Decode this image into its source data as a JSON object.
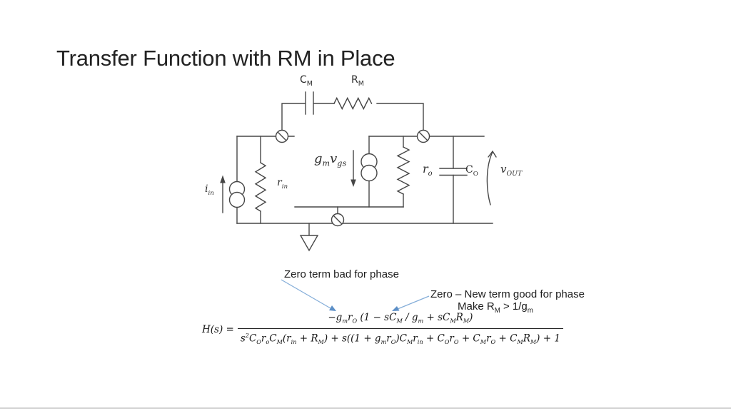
{
  "slide": {
    "title": "Transfer Function with RM in Place",
    "colors": {
      "circuit_line": "#464646",
      "annotation_arrow_line": "#85aed9",
      "annotation_arrow_head": "#5c8fc7",
      "text": "#1c1c1c"
    }
  },
  "circuit": {
    "labels": {
      "cm": [
        [
          "n",
          "C"
        ],
        [
          "s",
          "M"
        ]
      ],
      "rm": [
        [
          "n",
          "R"
        ],
        [
          "s",
          "M"
        ]
      ],
      "gmvgs": [
        [
          "n",
          "g"
        ],
        [
          "s",
          "m"
        ],
        [
          "n",
          "v"
        ],
        [
          "s",
          "gs"
        ]
      ],
      "iin": [
        [
          "n",
          "i"
        ],
        [
          "s",
          "in"
        ]
      ],
      "rin": [
        [
          "n",
          "r"
        ],
        [
          "s",
          "in"
        ]
      ],
      "ro": [
        [
          "n",
          "r"
        ],
        [
          "s",
          "o"
        ]
      ],
      "co": [
        [
          "n",
          "C"
        ],
        [
          "s",
          "O"
        ]
      ],
      "vout": [
        [
          "n",
          "v"
        ],
        [
          "s",
          "OUT"
        ]
      ]
    },
    "symbols": [
      "current-source-iin",
      "resistor-rin",
      "capacitor-cm",
      "resistor-rm",
      "dependent-current-source-gmvgs",
      "resistor-ro",
      "capacitor-co",
      "ground",
      "node-marker",
      "vout-measurement-arrow"
    ]
  },
  "annotations": {
    "zero_bad": "Zero term bad for phase",
    "zero_good_line1": "Zero – New term good for phase",
    "zero_good_line2": [
      [
        "n",
        "Make R"
      ],
      [
        "s",
        "M"
      ],
      [
        "n",
        " > 1/g"
      ],
      [
        "s",
        "m"
      ]
    ]
  },
  "equation": {
    "lhs": "H(s) =",
    "numerator": [
      [
        "n",
        "−g"
      ],
      [
        "s",
        "m"
      ],
      [
        "n",
        "r"
      ],
      [
        "s",
        "O"
      ],
      [
        "n",
        " (1 − sC"
      ],
      [
        "s",
        "M"
      ],
      [
        "n",
        " / g"
      ],
      [
        "s",
        "m"
      ],
      [
        "n",
        " + sC"
      ],
      [
        "s",
        "M"
      ],
      [
        "n",
        "R"
      ],
      [
        "s",
        "M"
      ],
      [
        "n",
        ")"
      ]
    ],
    "denominator": [
      [
        "n",
        "s"
      ],
      [
        "p",
        "2"
      ],
      [
        "n",
        "C"
      ],
      [
        "s",
        "O"
      ],
      [
        "n",
        "r"
      ],
      [
        "s",
        "o"
      ],
      [
        "n",
        "C"
      ],
      [
        "s",
        "M"
      ],
      [
        "n",
        "(r"
      ],
      [
        "s",
        "in"
      ],
      [
        "n",
        " + R"
      ],
      [
        "s",
        "M"
      ],
      [
        "n",
        ") + s((1 + g"
      ],
      [
        "s",
        "m"
      ],
      [
        "n",
        "r"
      ],
      [
        "s",
        "O"
      ],
      [
        "n",
        ")C"
      ],
      [
        "s",
        "M"
      ],
      [
        "n",
        "r"
      ],
      [
        "s",
        "in"
      ],
      [
        "n",
        " + C"
      ],
      [
        "s",
        "O"
      ],
      [
        "n",
        "r"
      ],
      [
        "s",
        "O"
      ],
      [
        "n",
        " + C"
      ],
      [
        "s",
        "M"
      ],
      [
        "n",
        "r"
      ],
      [
        "s",
        "O"
      ],
      [
        "n",
        " + C"
      ],
      [
        "s",
        "M"
      ],
      [
        "n",
        "R"
      ],
      [
        "s",
        "M"
      ],
      [
        "n",
        ") + 1"
      ]
    ]
  }
}
